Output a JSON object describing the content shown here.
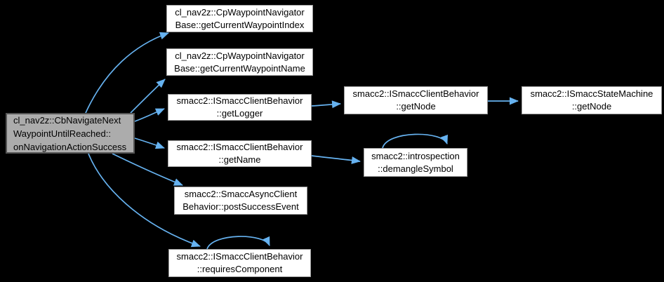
{
  "graph": {
    "type": "call-graph",
    "nodes": [
      {
        "id": "main",
        "current": true,
        "lines": [
          "cl_nav2z::CbNavigateNext",
          "WaypointUntilReached::",
          "onNavigationActionSuccess"
        ]
      },
      {
        "id": "get-current-waypoint-index",
        "lines": [
          "cl_nav2z::CpWaypointNavigator",
          "Base::getCurrentWaypointIndex"
        ]
      },
      {
        "id": "get-current-waypoint-name",
        "lines": [
          "cl_nav2z::CpWaypointNavigator",
          "Base::getCurrentWaypointName"
        ]
      },
      {
        "id": "get-logger",
        "lines": [
          "smacc2::ISmaccClientBehavior",
          "::getLogger"
        ]
      },
      {
        "id": "get-name",
        "lines": [
          "smacc2::ISmaccClientBehavior",
          "::getName"
        ]
      },
      {
        "id": "post-success-event",
        "lines": [
          "smacc2::SmaccAsyncClient",
          "Behavior::postSuccessEvent"
        ]
      },
      {
        "id": "requires-component",
        "lines": [
          "smacc2::ISmaccClientBehavior",
          "::requiresComponent"
        ]
      },
      {
        "id": "client-get-node",
        "lines": [
          "smacc2::ISmaccClientBehavior",
          "::getNode"
        ]
      },
      {
        "id": "state-machine-get-node",
        "lines": [
          "smacc2::ISmaccStateMachine",
          "::getNode"
        ]
      },
      {
        "id": "demangle-symbol",
        "lines": [
          "smacc2::introspection",
          "::demangleSymbol"
        ]
      }
    ],
    "edges": [
      {
        "from": "main",
        "to": "get-current-waypoint-index"
      },
      {
        "from": "main",
        "to": "get-current-waypoint-name"
      },
      {
        "from": "main",
        "to": "get-logger"
      },
      {
        "from": "main",
        "to": "get-name"
      },
      {
        "from": "main",
        "to": "post-success-event"
      },
      {
        "from": "main",
        "to": "requires-component"
      },
      {
        "from": "get-logger",
        "to": "client-get-node"
      },
      {
        "from": "client-get-node",
        "to": "state-machine-get-node"
      },
      {
        "from": "get-name",
        "to": "demangle-symbol"
      },
      {
        "from": "demangle-symbol",
        "to": "demangle-symbol"
      },
      {
        "from": "requires-component",
        "to": "requires-component"
      }
    ]
  },
  "colors": {
    "background": "#000000",
    "node_fill": "#ffffff",
    "node_border": "#9c9c9c",
    "current_node_fill": "#acacac",
    "current_node_border": "#545454",
    "edge": "#66b2f0",
    "text": "#000000"
  }
}
